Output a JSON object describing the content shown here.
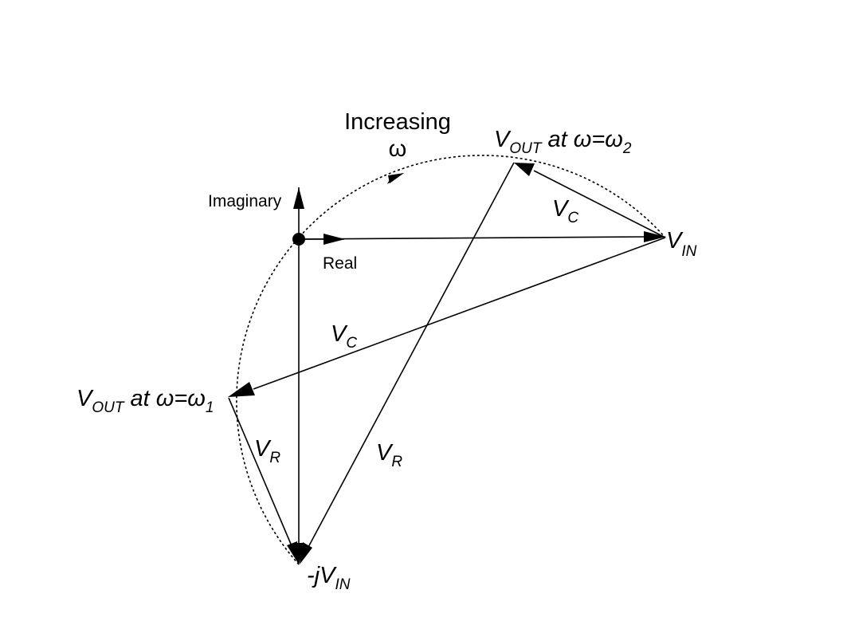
{
  "labels": {
    "increasing_line1": "Increasing",
    "increasing_line2": "ω",
    "imaginary": "Imaginary",
    "real": "Real",
    "vout_w2": {
      "main": "V",
      "sub": "OUT",
      "mid": " at ω=ω",
      "sub2": "2"
    },
    "vout_w1": {
      "main": "V",
      "sub": "OUT",
      "mid": " at ω=ω",
      "sub2": "1"
    },
    "vin": {
      "main": "V",
      "sub": "IN"
    },
    "neg_j_vin": {
      "main": "-jV",
      "sub": "IN"
    },
    "vc_upper": {
      "main": "V",
      "sub": "C"
    },
    "vc_lower": {
      "main": "V",
      "sub": "C"
    },
    "vr_left": {
      "main": "V",
      "sub": "R"
    },
    "vr_right": {
      "main": "V",
      "sub": "R"
    }
  },
  "colors": {
    "ink": "#000000",
    "background": "#ffffff"
  }
}
